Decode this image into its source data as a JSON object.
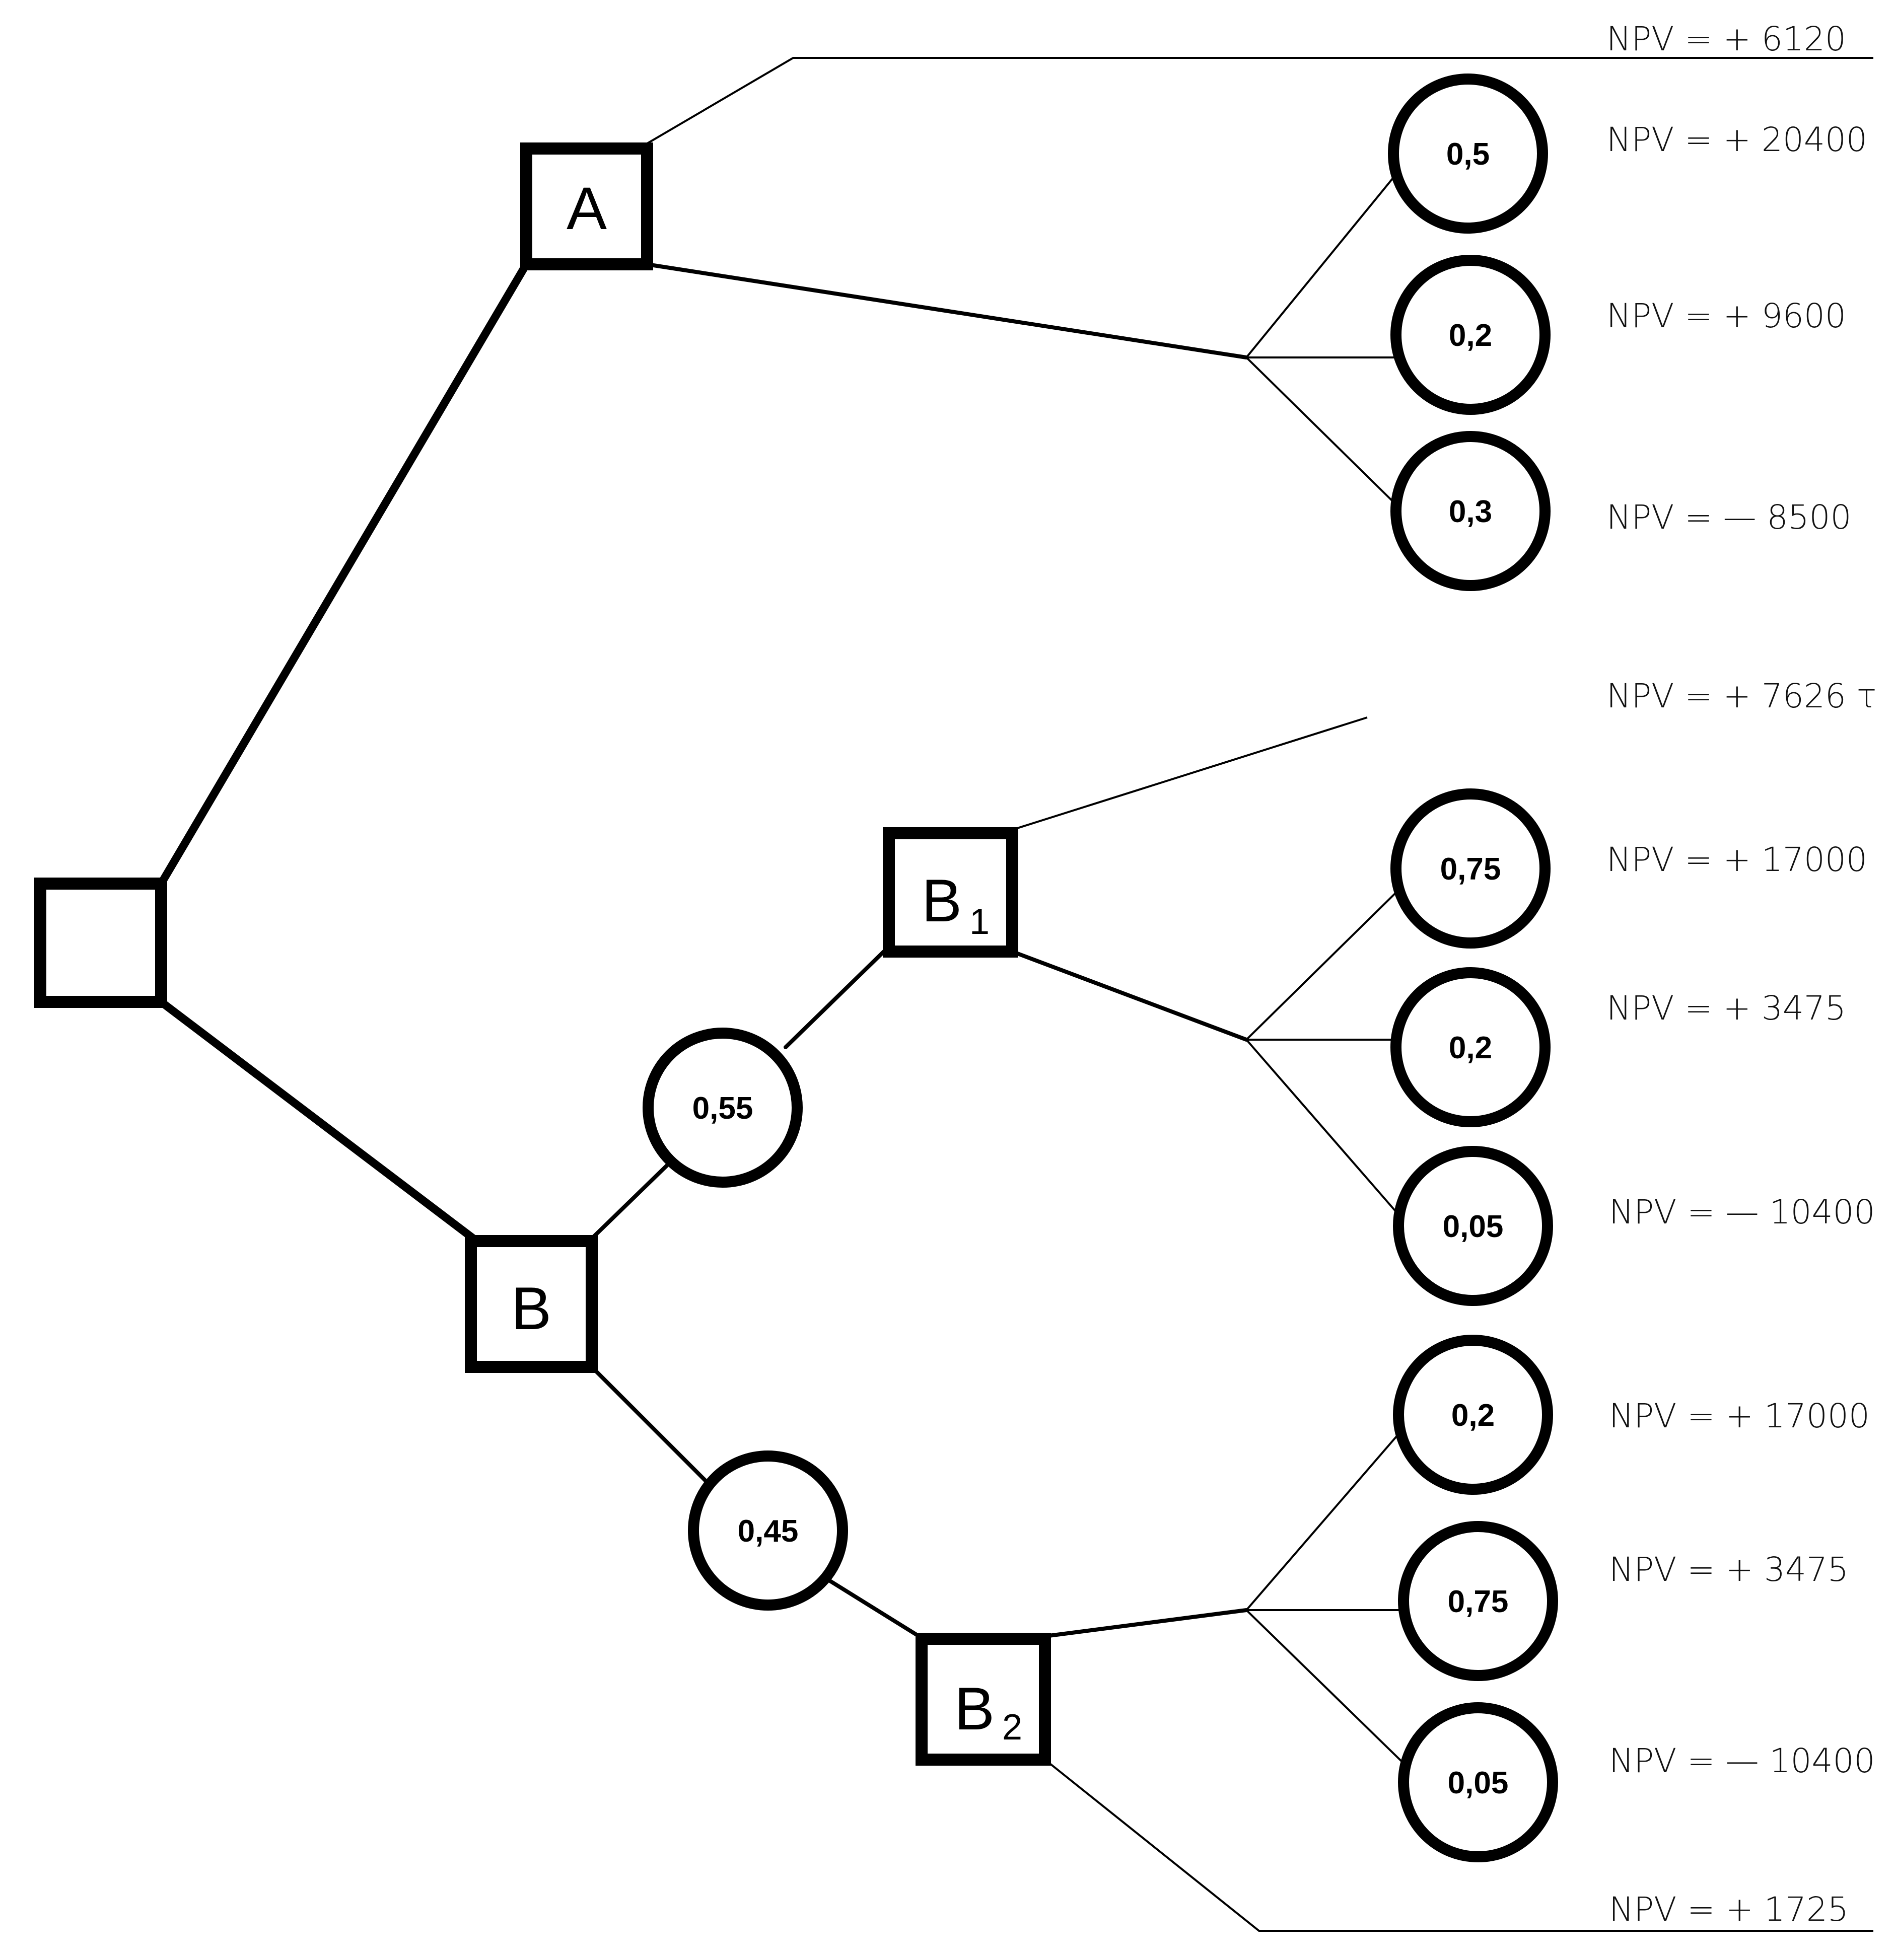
{
  "decision_nodes": {
    "root": "",
    "a": "A",
    "b": "B",
    "b1": "B",
    "b1_sub": "1",
    "b2": "B",
    "b2_sub": "2"
  },
  "chance_nodes": {
    "b_upper": "0,55",
    "b_lower": "0,45"
  },
  "outcomes": {
    "a_top": "NPV = + 6120",
    "a_p1": "0,5",
    "a_v1": "NPV = + 20400",
    "a_p2": "0,2",
    "a_v2": "NPV = + 9600",
    "a_p3": "0,3",
    "a_v3": "NPV = — 8500",
    "b1_top": "NPV = + 7626 τ",
    "b1_p1": "0,75",
    "b1_v1": "NPV = + 17000",
    "b1_p2": "0,2",
    "b1_v2": "NPV = + 3475",
    "b1_p3": "0,05",
    "b1_v3": "NPV = — 10400",
    "b2_p1": "0,2",
    "b2_v1": "NPV = + 17000",
    "b2_p2": "0,75",
    "b2_v2": "NPV = + 3475",
    "b2_p3": "0,05",
    "b2_v3": "NPV = — 10400",
    "b2_bottom": "NPV = + 1725"
  }
}
